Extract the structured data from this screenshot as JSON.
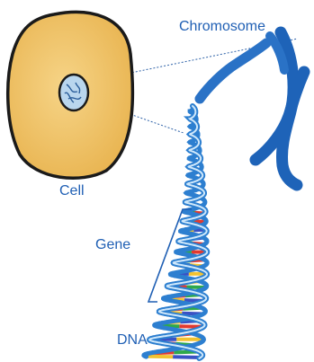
{
  "labels": {
    "chromosome": "Chromosome",
    "cell": "Cell",
    "gene": "Gene",
    "dna": "DNA"
  },
  "colors": {
    "label_text": "#1f5fb4",
    "cell_fill": "#f2c46a",
    "cell_outline": "#1a1a1a",
    "nucleus_fill": "#b9d6ee",
    "chromosome_blue": "#1e63b8",
    "connector_line": "#2e62a8",
    "dna_backbone": "#2d7fd0",
    "base_pair_colors": [
      "#e23a2f",
      "#f2c230",
      "#2fa84a",
      "#3a52c4"
    ]
  }
}
